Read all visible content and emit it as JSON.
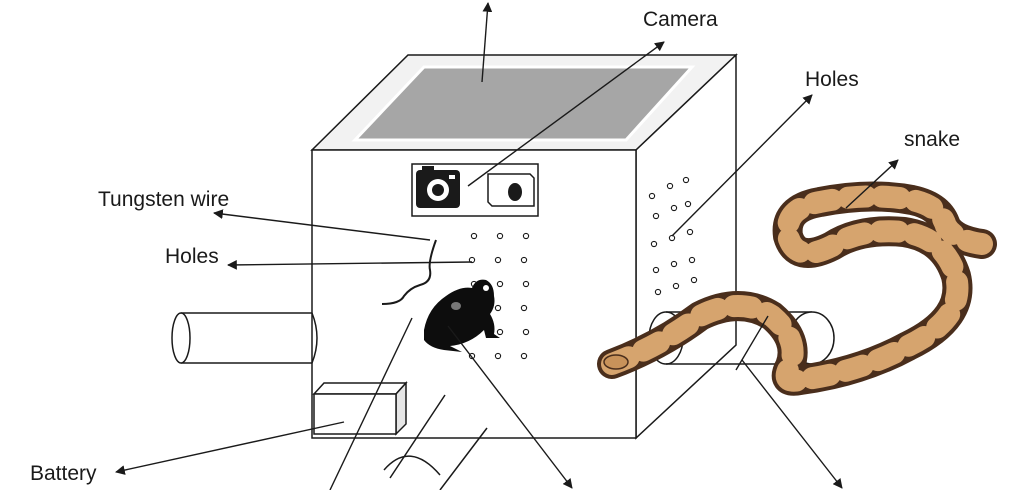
{
  "labels": {
    "camera": "Camera",
    "holes_right": "Holes",
    "snake": "snake",
    "tungsten_wire": "Tungsten wire",
    "holes_left": "Holes",
    "battery": "Battery"
  },
  "colors": {
    "stroke": "#1a1a1a",
    "top_panel": "#a6a6a6",
    "top_face": "#f2f2f2",
    "box_face": "#ffffff",
    "side_face": "#ffffff",
    "frog": "#0d0d0d",
    "snake_body": "#d6a46e",
    "snake_blotch": "#4a2e1c"
  }
}
